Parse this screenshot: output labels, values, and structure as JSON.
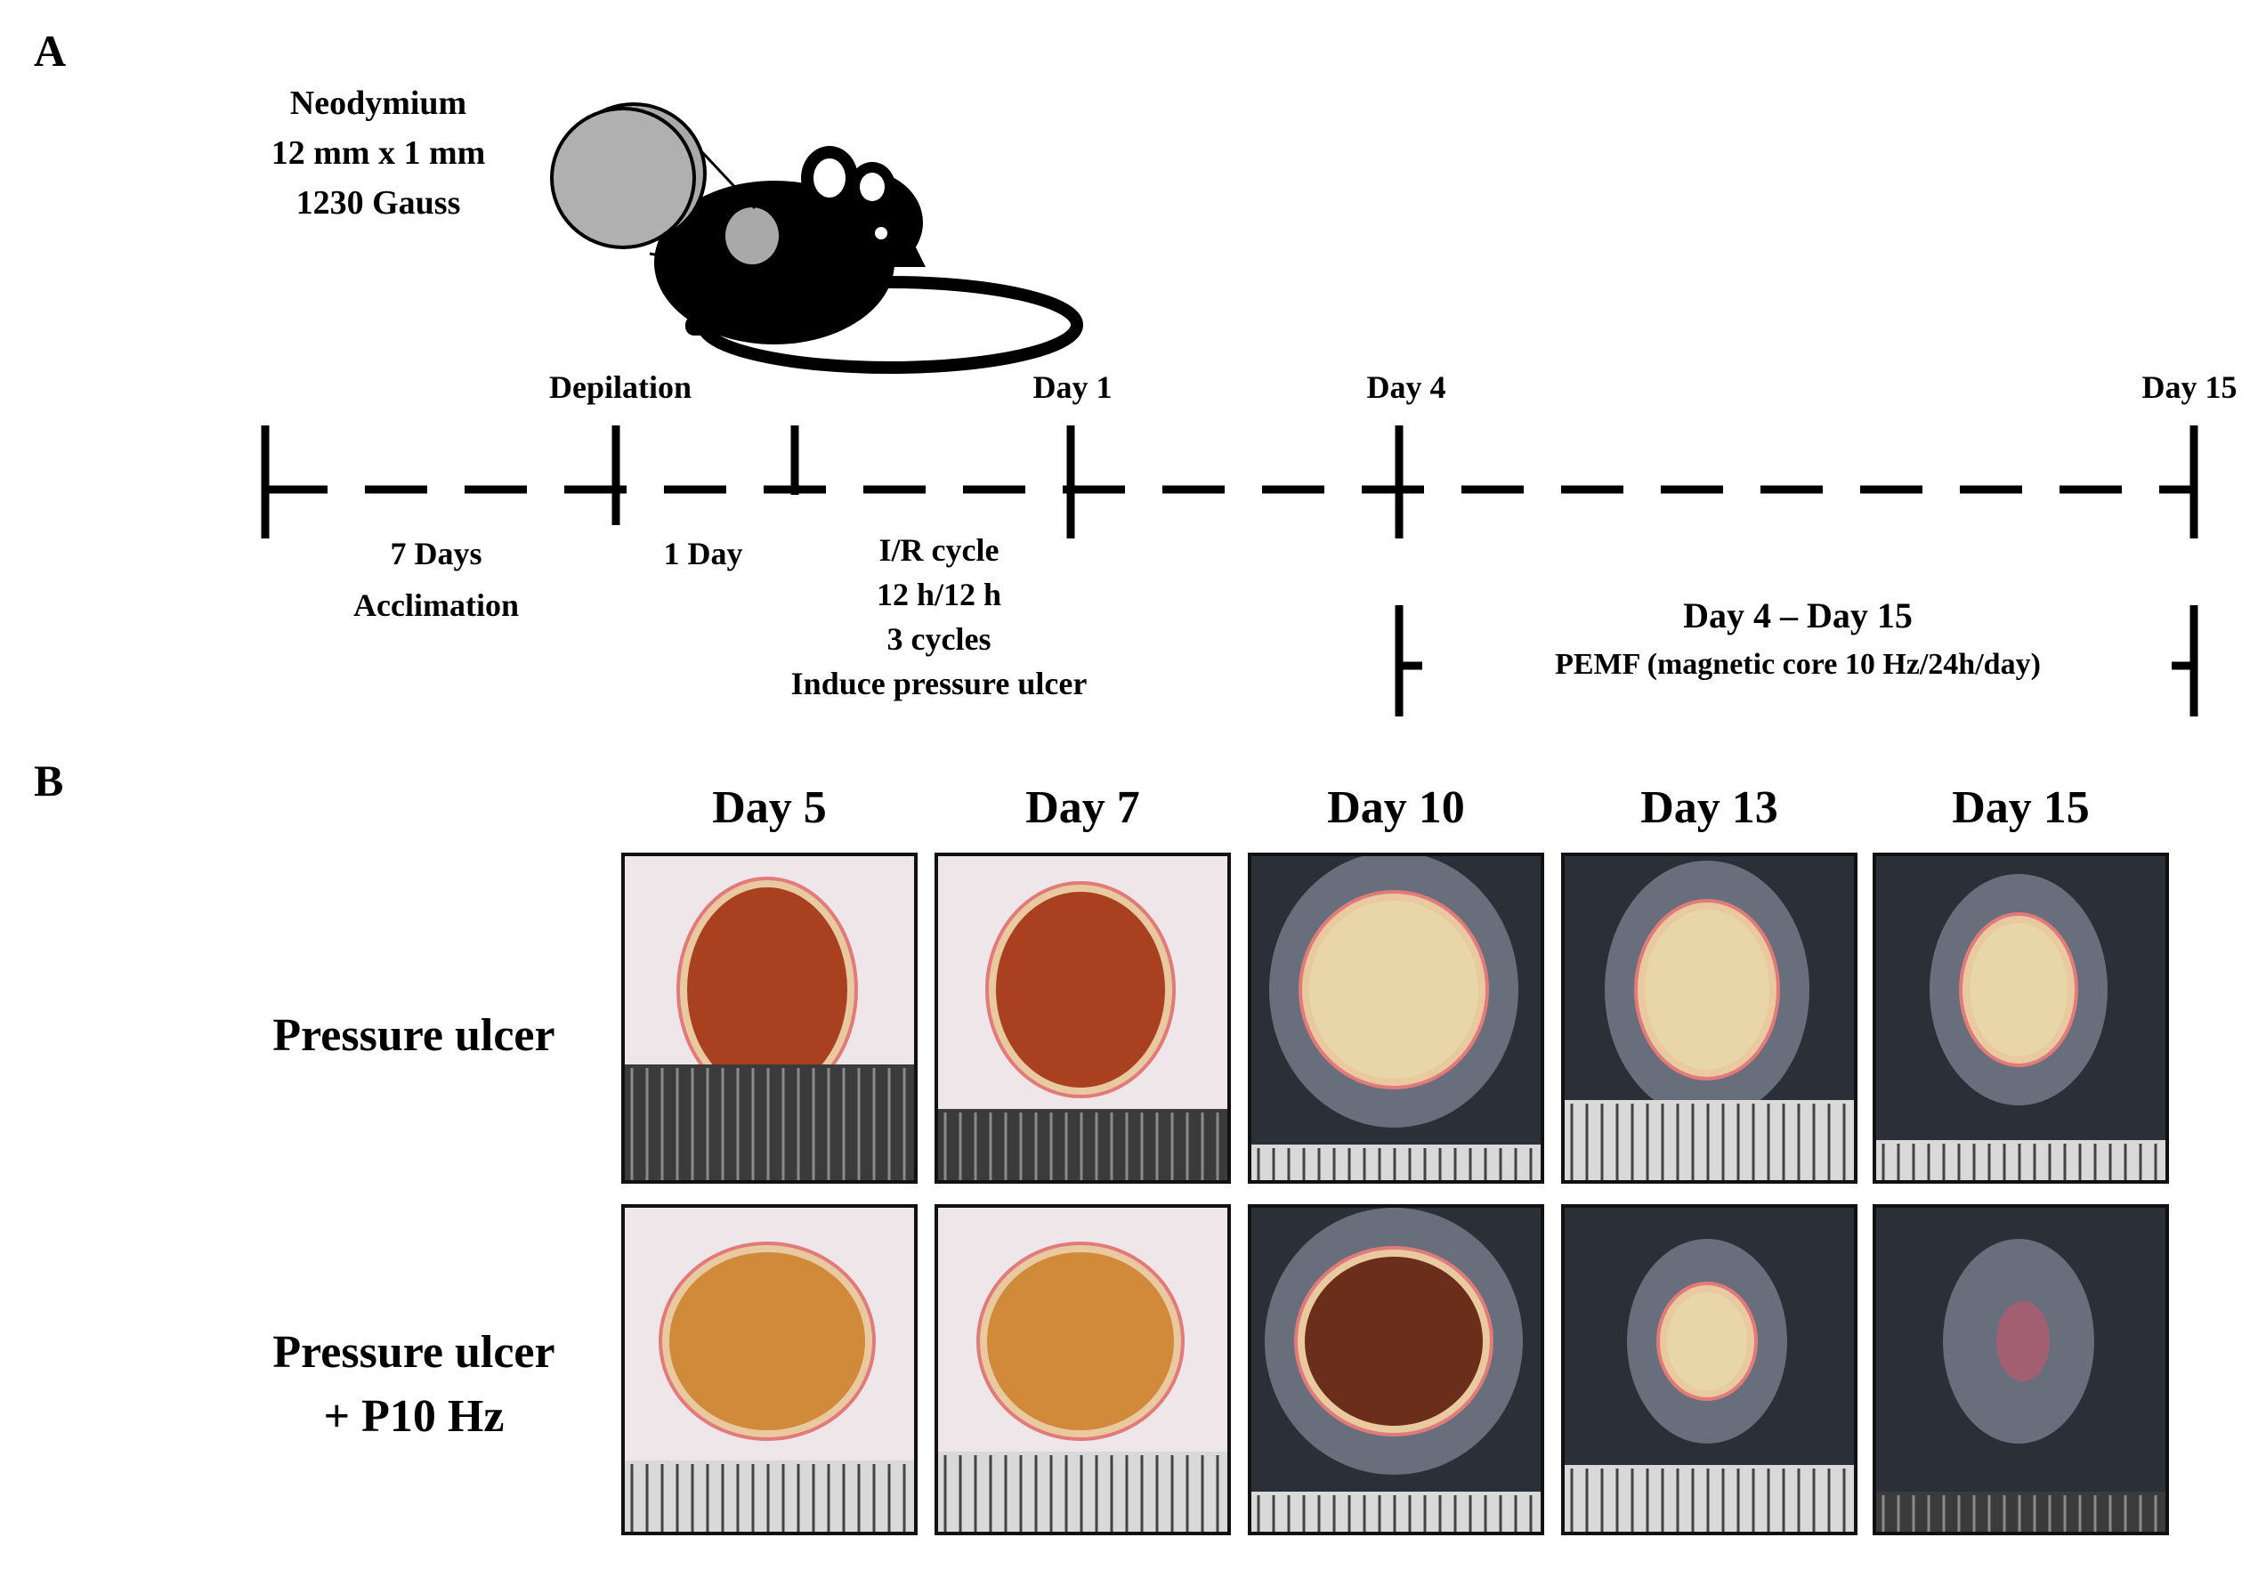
{
  "panels": {
    "a": "A",
    "b": "B"
  },
  "magnet": {
    "lines": [
      "Neodymium",
      "12 mm x 1 mm",
      "1230 Gauss"
    ],
    "icons": [
      "mouse-icon",
      "magnet-disc-icon"
    ]
  },
  "timeline": {
    "milestones": [
      "Depilation",
      "Day 1",
      "Day 4",
      "Day 15"
    ],
    "periods": {
      "acclimation": [
        "7 Days",
        "Acclimation"
      ],
      "one_day": "1 Day",
      "ir_cycle": [
        "I/R cycle",
        "12 h/12 h",
        "3 cycles",
        "Induce pressure ulcer"
      ]
    },
    "pemf": {
      "range": "Day 4 – Day 15",
      "desc": "PEMF (magnetic core 10 Hz/24h/day)"
    }
  },
  "photo_grid": {
    "columns": [
      "Day 5",
      "Day 7",
      "Day 10",
      "Day 13",
      "Day 15"
    ],
    "rows": [
      {
        "label": [
          "Pressure ulcer"
        ]
      },
      {
        "label": [
          "Pressure ulcer",
          "+ P10 Hz"
        ]
      }
    ],
    "colors": {
      "white_skin": "#efe6ea",
      "black_skin": "#2a2f38",
      "wound_red": "#a9401f",
      "wound_yellow": "#d08a3a",
      "slough": "#e8d6a8",
      "ruler_dark": "#3b3b3b",
      "ruler_light": "#d9d9d9"
    }
  }
}
